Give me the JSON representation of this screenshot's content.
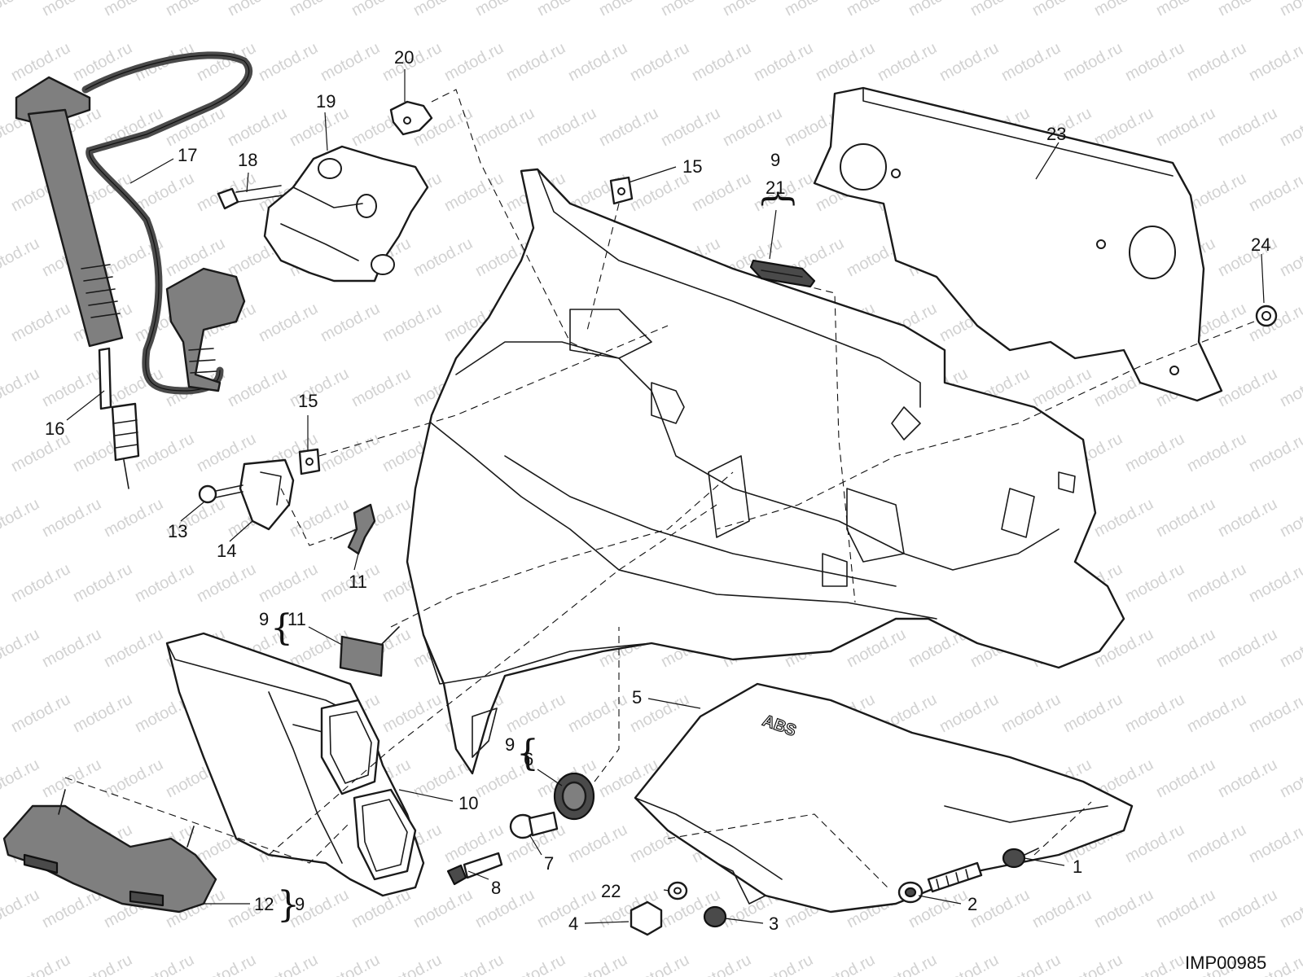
{
  "watermark": "motod.ru",
  "drawing_ref": "IMP00985",
  "emboss_label": "ABS",
  "callouts": {
    "c1": "1",
    "c2": "2",
    "c3": "3",
    "c4": "4",
    "c5": "5",
    "c6": "6",
    "c7": "7",
    "c8": "8",
    "c9a": "9",
    "c9b": "9",
    "c9c": "9",
    "c9d": "9",
    "c10": "10",
    "c11a": "11",
    "c11b": "11",
    "c12": "12",
    "c13": "13",
    "c14": "14",
    "c15a": "15",
    "c15b": "15",
    "c16": "16",
    "c17": "17",
    "c18": "18",
    "c19": "19",
    "c20": "20",
    "c21": "21",
    "c22": "22",
    "c23": "23",
    "c24": "24"
  },
  "colors": {
    "line": "#1a1a1a",
    "part_fill": "#ffffff",
    "gray_part": "#7f7f7f",
    "watermark": "#d2d2d2"
  }
}
